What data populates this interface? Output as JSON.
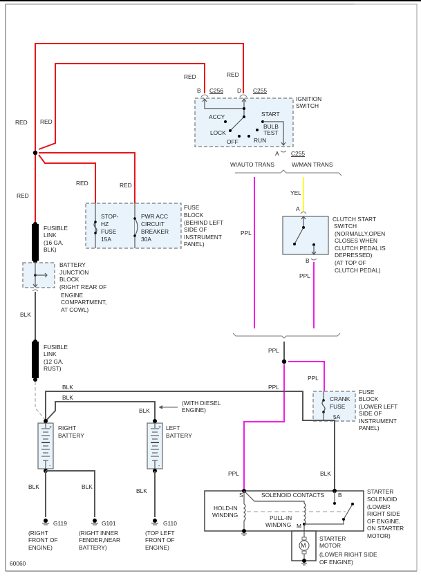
{
  "diagram_id": "60060",
  "wires": {
    "red": "RED",
    "blk": "BLK",
    "ppl": "PPL",
    "yel": "YEL"
  },
  "colors": {
    "red_wire": "#e8141a",
    "purple_wire": "#f01ee6",
    "yellow_wire": "#ffff00",
    "black_wire": "#555555",
    "component_fill": "#e8f3fc"
  },
  "ignition_switch": {
    "title_line1": "IGNITION",
    "title_line2": "SWITCH",
    "pin_b": "B",
    "pin_d": "D",
    "pin_a": "A",
    "conn_b": "C256",
    "conn_d": "C255",
    "conn_a": "C255",
    "positions": {
      "accy": "ACCY",
      "lock": "LOCK",
      "off": "OFF",
      "run": "RUN",
      "start": "START",
      "bulb": "BULB",
      "test": "TEST"
    }
  },
  "trans_options": {
    "auto": "W/AUTO TRANS",
    "manual": "W/MAN TRANS"
  },
  "fuse_block_ip": {
    "fuse1": [
      "STOP-",
      "HZ",
      "FUSE",
      "15A"
    ],
    "fuse2": [
      "PWR ACC",
      "CIRCUIT",
      "BREAKER",
      "30A"
    ],
    "desc": [
      "FUSE",
      "BLOCK",
      "(BEHIND LEFT",
      "SIDE OF",
      "INSTRUMENT",
      "PANEL)"
    ]
  },
  "fusible_link_1": [
    "FUSIBLE",
    "LINK",
    "(16 GA.",
    "BLK)"
  ],
  "fusible_link_2": [
    "FUSIBLE",
    "LINK",
    "(12 GA.",
    "RUST)"
  ],
  "battery_junction": [
    "BATTERY",
    "JUNCTION",
    "BLOCK",
    "(RIGHT REAR OF",
    "ENGINE",
    "COMPARTMENT,",
    "AT COWL)"
  ],
  "clutch_switch": {
    "pin_a": "A",
    "pin_b": "B",
    "desc": [
      "CLUTCH START",
      "SWITCH",
      "(NORMALLY,OPEN",
      "CLOSES WHEN",
      "CLUTCH PEDAL IS",
      "DEPRESSED)",
      "(AT TOP OF",
      "CLUTCH PEDAL)"
    ]
  },
  "crank_fuse": {
    "name": [
      "CRANK",
      "FUSE"
    ],
    "rating": "5A",
    "desc": [
      "FUSE",
      "BLOCK",
      "(LOWER LEFT",
      "SIDE OF",
      "INSTRUMENT",
      "PANEL)"
    ]
  },
  "batteries": {
    "right": [
      "RIGHT",
      "BATTERY"
    ],
    "left": [
      "LEFT",
      "BATTERY"
    ],
    "diesel_note": [
      "(WITH DIESEL",
      "ENGINE)"
    ],
    "plus": "+",
    "minus": "-"
  },
  "grounds": [
    {
      "id": "G119",
      "desc": [
        "(RIGHT",
        "FRONT OF",
        "ENGINE)"
      ]
    },
    {
      "id": "G101",
      "desc": [
        "(RIGHT INNER",
        "FENDER,NEAR",
        "BATTERY)"
      ]
    },
    {
      "id": "G110",
      "desc": [
        "(TOP LEFT",
        "FRONT OF",
        "ENGINE)"
      ]
    }
  ],
  "starter_solenoid": {
    "pin_s": "S",
    "pin_b": "B",
    "pin_m": "M",
    "contacts": "SOLENOID CONTACTS",
    "hold_in": [
      "HOLD-IN",
      "WINDING"
    ],
    "pull_in": [
      "PULL-IN",
      "WINDING"
    ],
    "desc": [
      "STARTER",
      "SOLENOID",
      "(LOWER",
      "RIGHT SIDE",
      "OF ENGINE,",
      "ON STARTER",
      "MOTOR)"
    ]
  },
  "starter_motor": {
    "symbol": "M",
    "desc": [
      "STARTER",
      "MOTOR",
      "(LOWER RIGHT SIDE",
      "OF ENGINE)"
    ]
  }
}
